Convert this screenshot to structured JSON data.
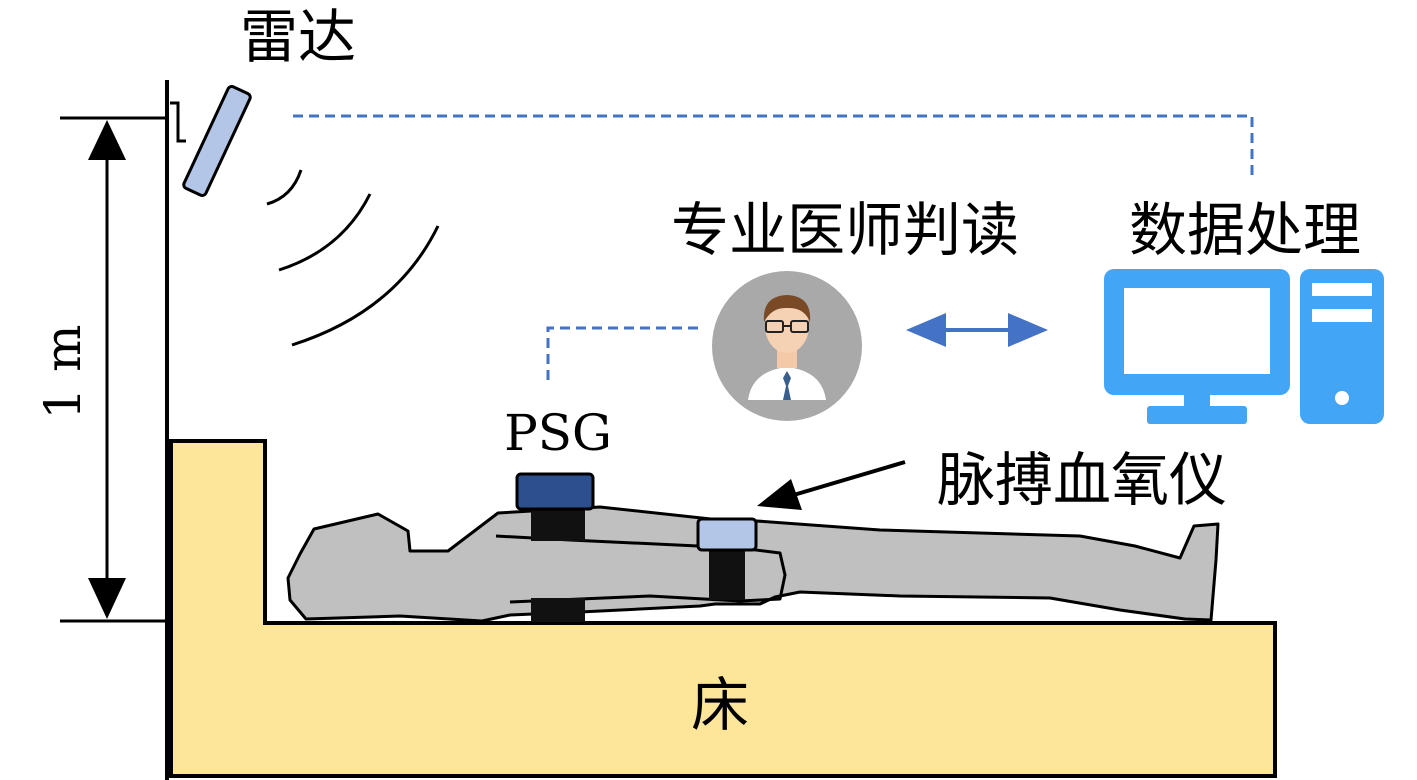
{
  "labels": {
    "radar": "雷达",
    "height": "1 m",
    "doctor": "专业医师判读",
    "processing": "数据处理",
    "psg": "PSG",
    "oximeter": "脉搏血氧仪",
    "bed": "床"
  },
  "colors": {
    "bed_fill": "#fde69a",
    "body_fill": "#c0c0c0",
    "radar_fill": "#b4c6e7",
    "psg_fill": "#2e4f8e",
    "oximeter_fill": "#b4c6e7",
    "dashed_link": "#4472c4",
    "double_arrow": "#4472c4",
    "computer_blue": "#42a5f5",
    "avatar_circle": "#a9a9a9"
  }
}
